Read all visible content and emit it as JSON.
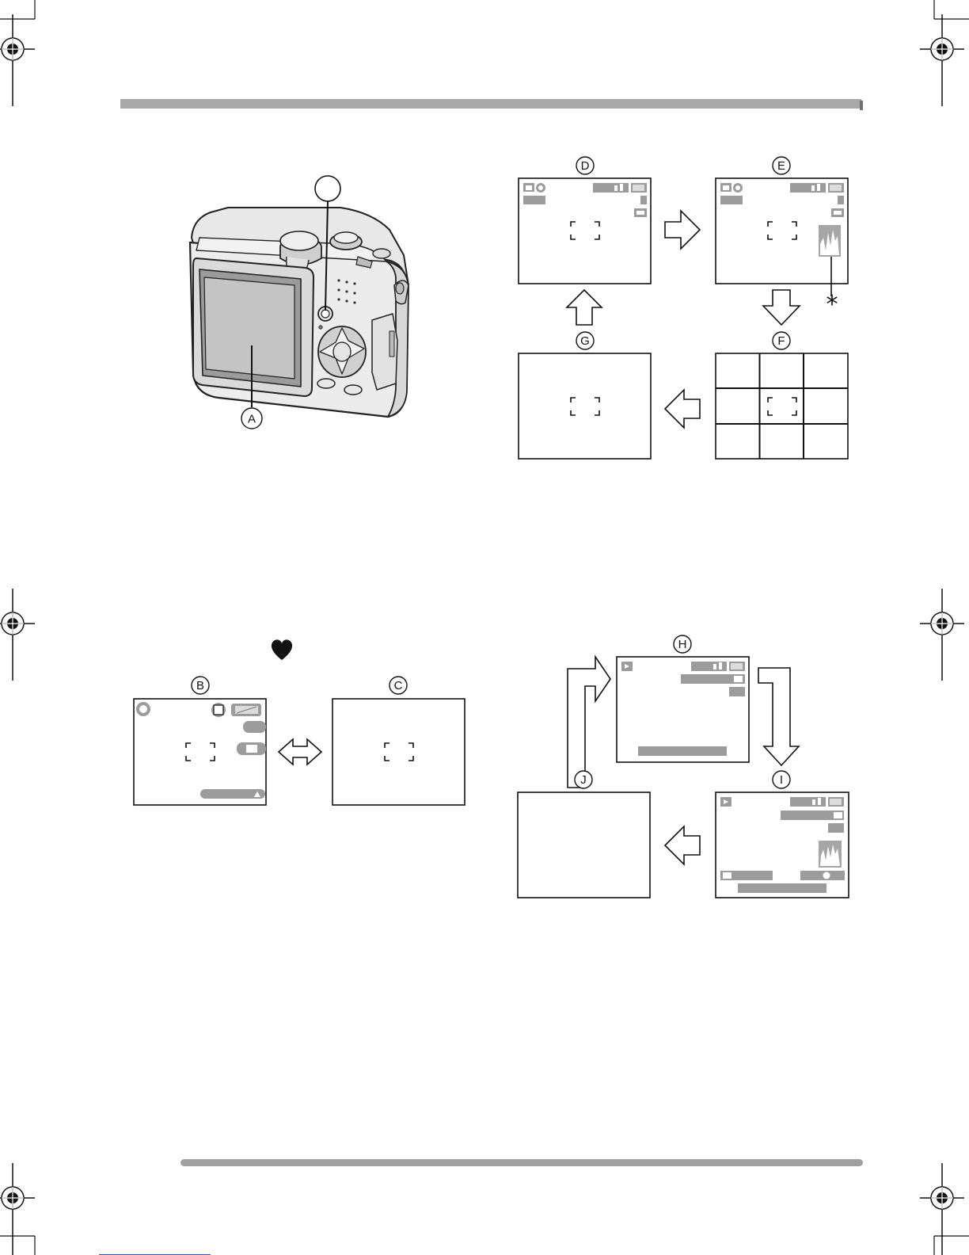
{
  "callouts": {
    "a": "A",
    "b": "B",
    "c": "C",
    "d": "D",
    "e": "E",
    "f": "F",
    "g": "G",
    "h": "H",
    "i": "I",
    "j": "J"
  },
  "histogram_note": "*",
  "colors": {
    "rule": "#a6a6a6",
    "bar": "#9c9c9c",
    "ink": "#111111"
  },
  "icons": [
    "heart-icon",
    "camera-icon",
    "flash-icon",
    "battery-icon",
    "play-icon",
    "memory-in-icon",
    "histogram-icon"
  ]
}
